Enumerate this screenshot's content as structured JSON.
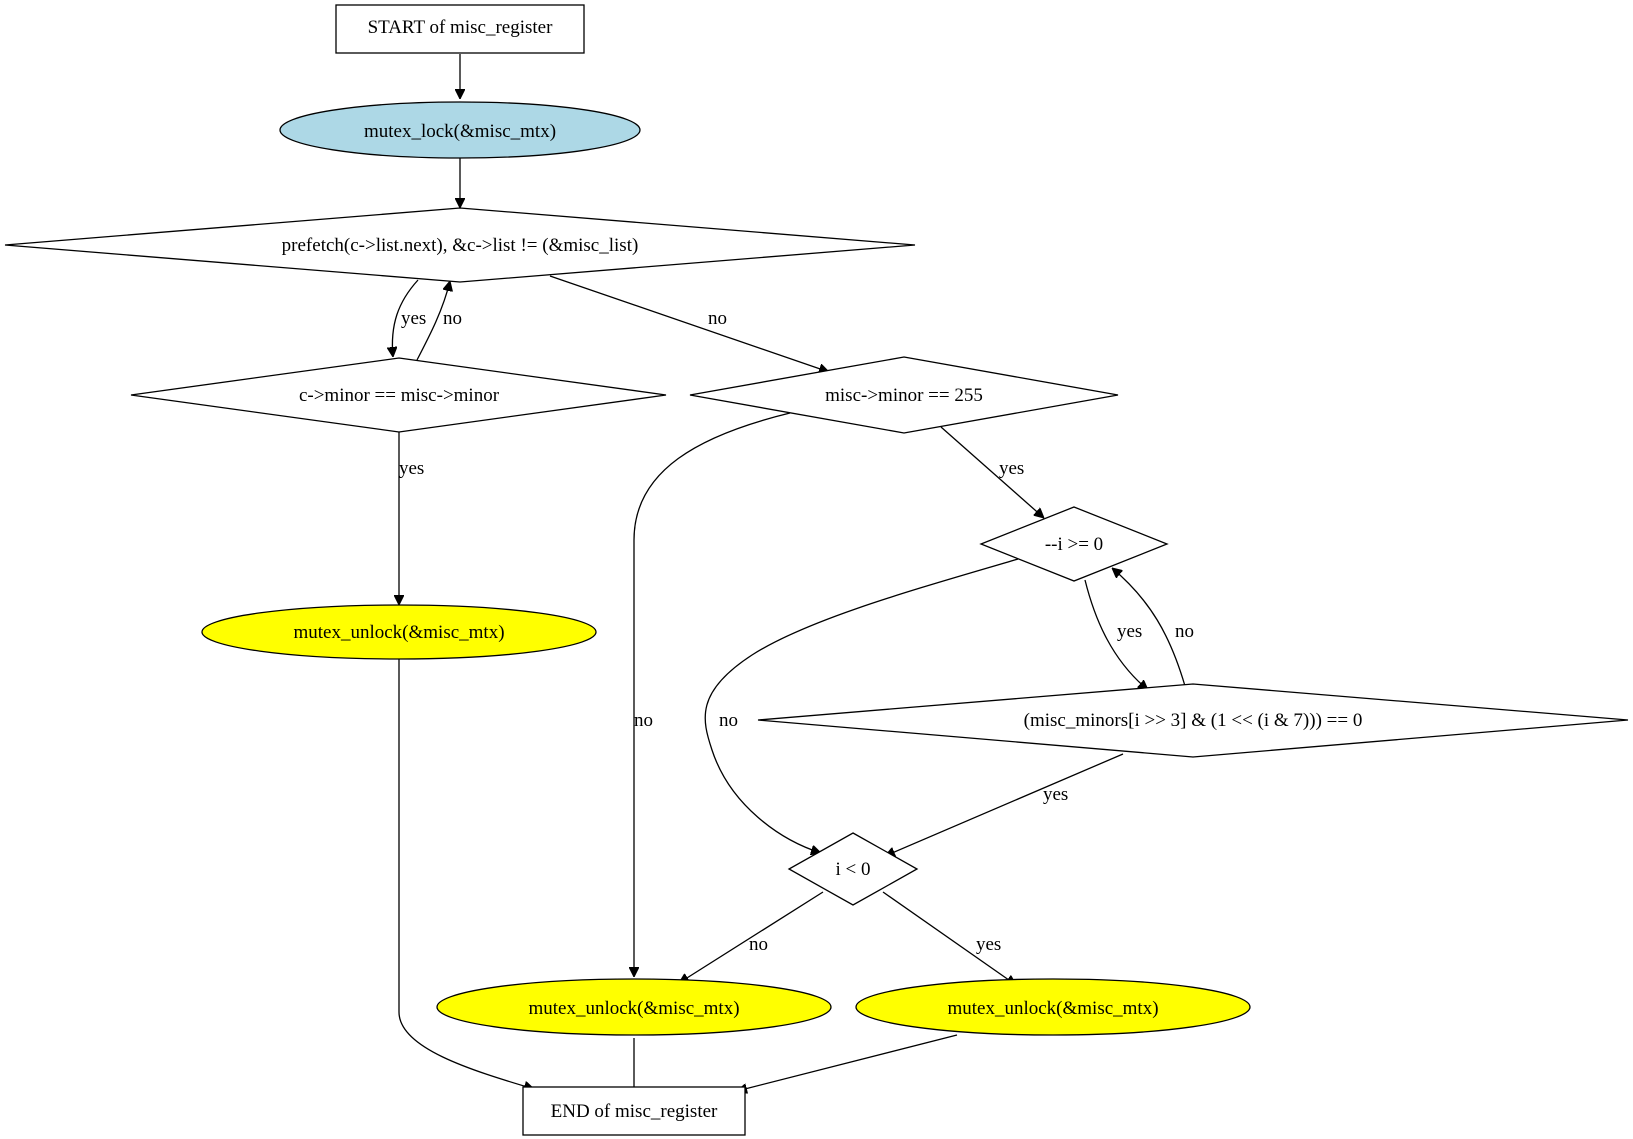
{
  "nodes": {
    "start": "START of misc_register",
    "lock": "mutex_lock(&misc_mtx)",
    "loop": "prefetch(c->list.next), &c->list != (&misc_list)",
    "minor_eq": "c->minor == misc->minor",
    "dynamic": "misc->minor == 255",
    "unlock_left": "mutex_unlock(&misc_mtx)",
    "dec_i": "--i >= 0",
    "bitmap": "(misc_minors[i >> 3] & (1 << (i & 7))) == 0",
    "i_neg": "i < 0",
    "unlock_mid": "mutex_unlock(&misc_mtx)",
    "unlock_right": "mutex_unlock(&misc_mtx)",
    "end": "END of misc_register"
  },
  "edges": {
    "loop_yes": "yes",
    "loop_back_no": "no",
    "loop_no": "no",
    "minor_yes": "yes",
    "dyn_yes": "yes",
    "dyn_no": "no",
    "dec_yes": "yes",
    "bitmap_no": "no",
    "dec_no": "no",
    "bitmap_yes": "yes",
    "ineg_no": "no",
    "ineg_yes": "yes"
  },
  "colors": {
    "lock_fill": "#add8e6",
    "unlock_fill": "#ffff00",
    "stroke": "#000000"
  }
}
